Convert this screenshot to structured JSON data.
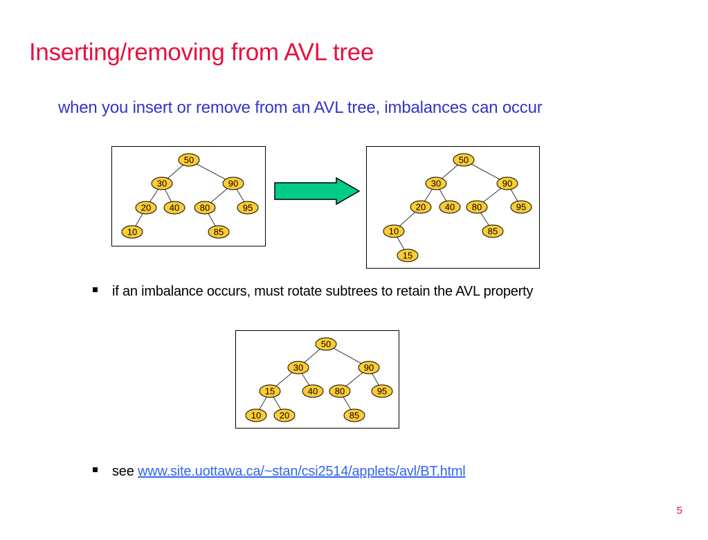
{
  "slide": {
    "title": "Inserting/removing from AVL tree",
    "subtitle": "when you insert or remove from an AVL tree, imbalances can occur",
    "bullets": [
      {
        "text": "if an imbalance occurs, must rotate subtrees to retain the AVL property"
      },
      {
        "prefix": "see ",
        "link_text": "www.site.uottawa.ca/~stan/csi2514/applets/avl/BT.html"
      }
    ],
    "page_number": "5"
  },
  "colors": {
    "title": "#e8103c",
    "subtitle": "#3333cc",
    "node_fill": "#ffcc33",
    "arrow_fill": "#00cc88",
    "link": "#3366ee"
  },
  "trees": {
    "before": {
      "nodes": [
        "50",
        "30",
        "90",
        "20",
        "40",
        "80",
        "95",
        "10",
        "85"
      ]
    },
    "after": {
      "nodes": [
        "50",
        "30",
        "90",
        "20",
        "40",
        "80",
        "95",
        "10",
        "85",
        "15"
      ]
    },
    "rotated": {
      "nodes": [
        "50",
        "30",
        "90",
        "15",
        "40",
        "80",
        "95",
        "10",
        "20",
        "85"
      ]
    }
  },
  "icons": {
    "arrow": "right-arrow-icon",
    "bullet": "square-bullet-icon"
  }
}
